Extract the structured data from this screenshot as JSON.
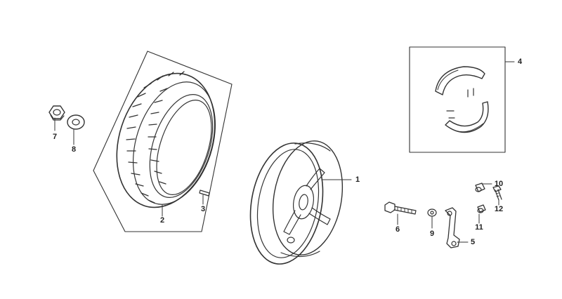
{
  "diagram": {
    "ink_color": "#333333",
    "background": "#ffffff",
    "parts": [
      {
        "id": "part-1",
        "number": "1"
      },
      {
        "id": "part-2",
        "number": "2"
      },
      {
        "id": "part-3",
        "number": "3"
      },
      {
        "id": "part-4",
        "number": "4"
      },
      {
        "id": "part-5",
        "number": "5"
      },
      {
        "id": "part-6",
        "number": "6"
      },
      {
        "id": "part-7",
        "number": "7"
      },
      {
        "id": "part-8",
        "number": "8"
      },
      {
        "id": "part-9",
        "number": "9"
      },
      {
        "id": "part-10",
        "number": "10"
      },
      {
        "id": "part-11",
        "number": "11"
      },
      {
        "id": "part-12",
        "number": "12"
      }
    ]
  }
}
